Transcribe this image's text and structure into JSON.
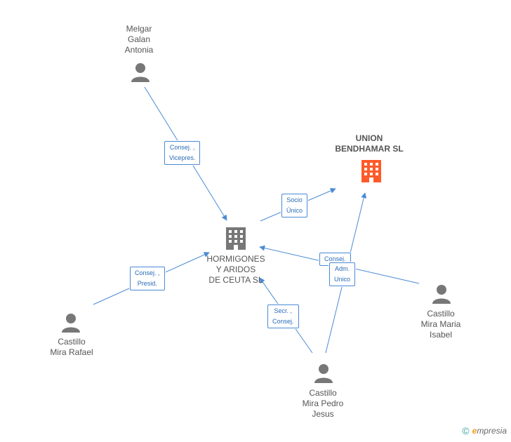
{
  "nodes": {
    "hormigones": {
      "label": "HORMIGONES\nY ARIDOS\nDE CEUTA SL",
      "type": "company",
      "color": "#666666"
    },
    "union": {
      "label": "UNION\nBENDHAMAR SL",
      "type": "company",
      "color": "#ff5a2a"
    },
    "melgar": {
      "label": "Melgar\nGalan\nAntonia",
      "type": "person"
    },
    "rafael": {
      "label": "Castillo\nMira Rafael",
      "type": "person"
    },
    "pedro": {
      "label": "Castillo\nMira Pedro\nJesus",
      "type": "person"
    },
    "isabel": {
      "label": "Castillo\nMira Maria\nIsabel",
      "type": "person"
    }
  },
  "edges": [
    {
      "from": "melgar",
      "to": "hormigones",
      "label": "Consej. ,\nVicepres."
    },
    {
      "from": "hormigones",
      "to": "union",
      "label": "Socio\nÚnico"
    },
    {
      "from": "rafael",
      "to": "hormigones",
      "label": "Consej. ,\nPresid."
    },
    {
      "from": "isabel",
      "to": "hormigones",
      "label": "Consej."
    },
    {
      "from": "pedro",
      "to": "union",
      "label": "Adm.\nUnico"
    },
    {
      "from": "pedro",
      "to": "hormigones",
      "label": "Secr. ,\nConsej."
    }
  ],
  "colors": {
    "edge": "#4a8ad4",
    "person_icon": "#777777",
    "company_icon": "#777777",
    "highlight_company": "#ff5a2a"
  },
  "footer": {
    "copyright_symbol": "©",
    "brand_initial": "e",
    "brand_rest": "mpresia"
  }
}
